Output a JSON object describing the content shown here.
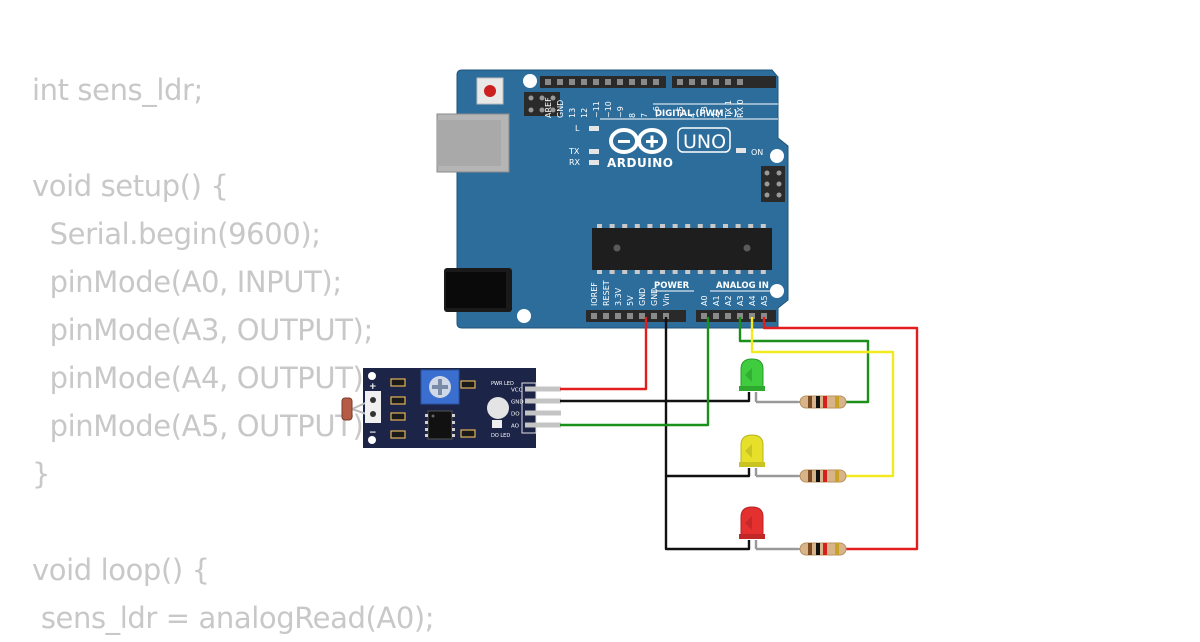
{
  "code": {
    "lines": [
      "int sens_ldr;",
      "",
      "void setup() {",
      "  Serial.begin(9600);",
      "  pinMode(A0, INPUT);",
      "  pinMode(A3, OUTPUT);",
      "  pinMode(A4, OUTPUT);",
      "  pinMode(A5, OUTPUT);",
      "}",
      "",
      "void loop() {",
      " sens_ldr = analogRead(A0);"
    ]
  },
  "board": {
    "name": "ARDUINO",
    "model": "UNO",
    "digital_header": "DIGITAL (PWM ~)",
    "digital_pins": [
      "AREF",
      "GND",
      "13",
      "12",
      "~11",
      "~10",
      "~9",
      "8",
      "7",
      "~6",
      "~5",
      "4",
      "~3",
      "2",
      "TX 1",
      "RX 0"
    ],
    "power_header": "POWER",
    "power_pins": [
      "IOREF",
      "RESET",
      "3.3V",
      "5V",
      "GND",
      "GND",
      "Vin"
    ],
    "analog_header": "ANALOG IN",
    "analog_pins": [
      "A0",
      "A1",
      "A2",
      "A3",
      "A4",
      "A5"
    ],
    "led_labels": {
      "l": "L",
      "tx": "TX",
      "rx": "RX",
      "on": "ON"
    }
  },
  "sensor": {
    "pins": [
      "VCC",
      "GND",
      "DO",
      "AO"
    ],
    "pwr_led": "PWR LED",
    "do_led": "DO LED",
    "plus": "+",
    "minus": "−"
  },
  "colors": {
    "board": "#2c6d9c",
    "wire_red": "#e11d1d",
    "wire_black": "#111111",
    "wire_green": "#1a8f1a",
    "wire_yellow": "#f2ea1e",
    "led_green": "#3fcc3f",
    "led_yellow": "#e6e02a",
    "led_red": "#e53030",
    "sensor_pcb": "#1c2547"
  }
}
